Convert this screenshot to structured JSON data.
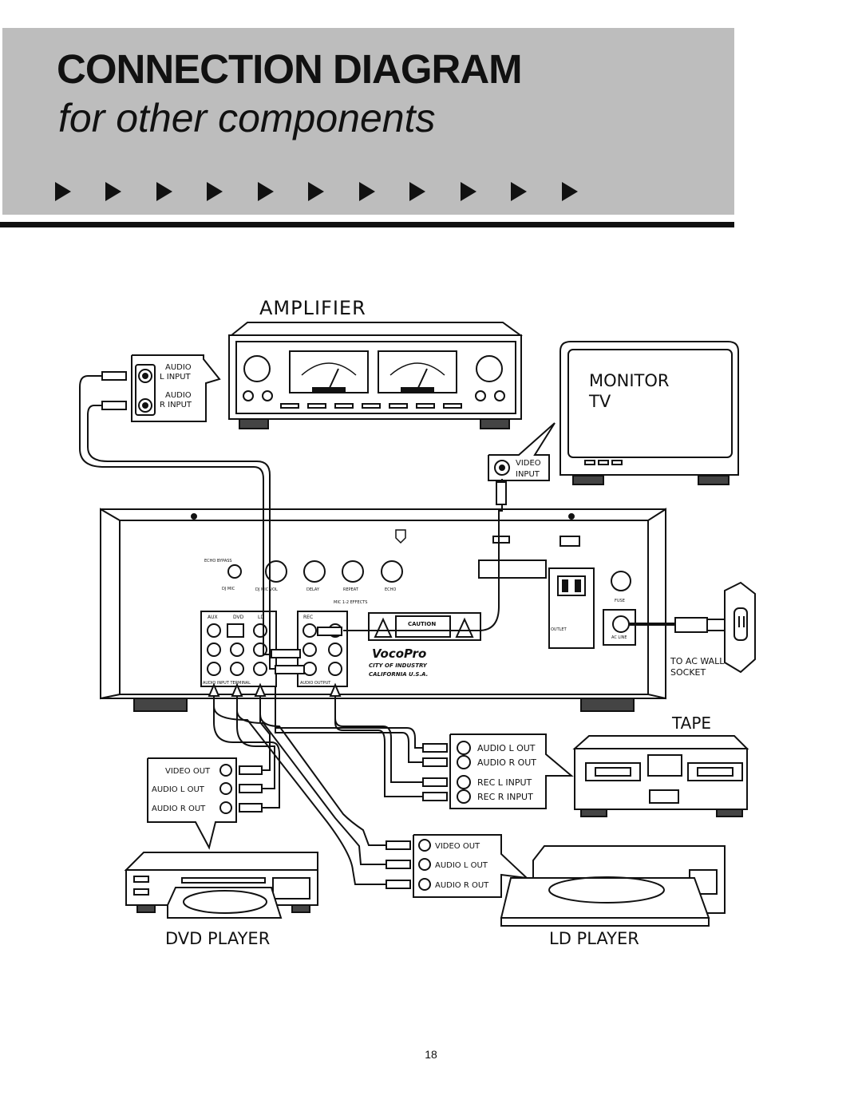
{
  "header": {
    "title": "CONNECTION DIAGRAM",
    "subtitle": "for other components",
    "arrow_count": 11
  },
  "devices": {
    "amplifier": "AMPLIFIER",
    "monitor_line1": "MONITOR",
    "monitor_line2": "TV",
    "tape": "TAPE",
    "dvd": "DVD PLAYER",
    "ld": "LD PLAYER"
  },
  "callouts": {
    "amp_l": "AUDIO L INPUT",
    "amp_l_1": "AUDIO",
    "amp_l_2": "L INPUT",
    "amp_r_1": "AUDIO",
    "amp_r_2": "R INPUT",
    "video_in_1": "VIDEO",
    "video_in_2": "INPUT",
    "tape_1": "AUDIO L OUT",
    "tape_2": "AUDIO R OUT",
    "tape_3": "REC L INPUT",
    "tape_4": "REC R INPUT",
    "dvd_1": "VIDEO OUT",
    "dvd_2": "AUDIO L OUT",
    "dvd_3": "AUDIO R OUT",
    "ld_1": "VIDEO OUT",
    "ld_2": "AUDIO L OUT",
    "ld_3": "AUDIO R OUT",
    "ac_wall_1": "TO AC WALL",
    "ac_wall_2": "SOCKET"
  },
  "panel": {
    "echo_bypass": "ECHO BYPASS",
    "dj_mic": "DJ MIC",
    "dj_mic_vol": "DJ MIC VOL",
    "delay": "DELAY",
    "repeat": "REPEAT",
    "echo": "ECHO",
    "mic_effects": "MIC 1-2 EFFECTS",
    "aux": "AUX",
    "dvd": "DVD",
    "ld": "LD",
    "rec": "REC",
    "audio_input_terminal": "AUDIO INPUT TERMINAL",
    "audio_output": "AUDIO OUTPUT",
    "caution": "CAUTION",
    "brand": "VocoPro",
    "city_1": "CITY OF INDUSTRY",
    "city_2": "CALIFORNIA U.S.A.",
    "ac_line": "AC LINE",
    "fuse": "FUSE",
    "outlet": "OUTLET"
  },
  "page_number": "18"
}
